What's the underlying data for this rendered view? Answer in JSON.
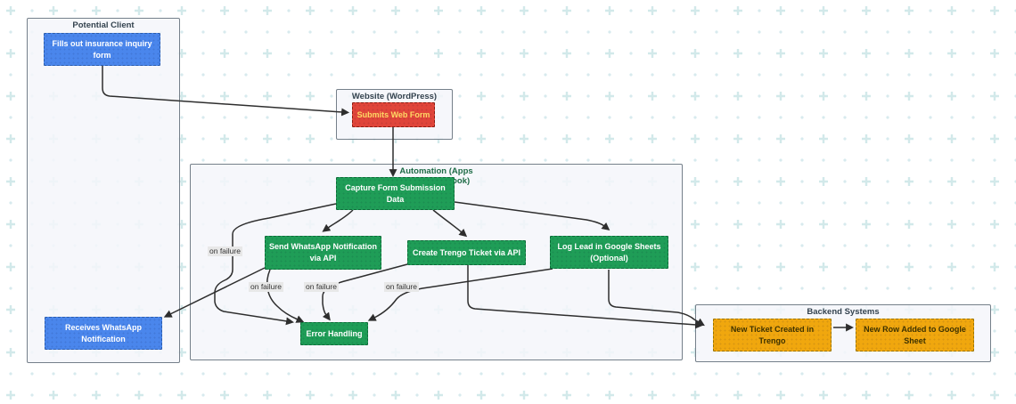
{
  "diagram": {
    "type": "flowchart",
    "groups": {
      "potential_client": {
        "title": "Potential Client"
      },
      "website": {
        "title": "Website (WordPress)"
      },
      "automation": {
        "title": "Automation (Apps\nScript/Webhook)"
      },
      "backend": {
        "title": "Backend Systems"
      }
    },
    "nodes": {
      "fills_form": {
        "label": "Fills out insurance inquiry\nform",
        "color": "#4a86ec"
      },
      "receives_whatsapp": {
        "label": "Receives WhatsApp\nNotification",
        "color": "#4a86ec"
      },
      "submits_form": {
        "label": "Submits Web Form",
        "color": "#e0453a"
      },
      "capture": {
        "label": "Capture Form Submission\nData",
        "color": "#1f9d57"
      },
      "send_whatsapp": {
        "label": "Send WhatsApp Notification\nvia API",
        "color": "#1f9d57"
      },
      "create_trengo": {
        "label": "Create Trengo Ticket via API",
        "color": "#1f9d57"
      },
      "log_lead": {
        "label": "Log Lead in Google Sheets\n(Optional)",
        "color": "#1f9d57"
      },
      "error_handling": {
        "label": "Error Handling",
        "color": "#1f9d57"
      },
      "new_ticket": {
        "label": "New Ticket Created in\nTrengo",
        "color": "#f0a70e"
      },
      "new_row": {
        "label": "New Row Added to Google\nSheet",
        "color": "#f0a70e"
      }
    },
    "edge_labels": {
      "on_failure": "on failure"
    },
    "edges": [
      {
        "from": "Fills out insurance inquiry form",
        "to": "Submits Web Form",
        "label": ""
      },
      {
        "from": "Submits Web Form",
        "to": "Capture Form Submission Data",
        "label": ""
      },
      {
        "from": "Capture Form Submission Data",
        "to": "Send WhatsApp Notification via API",
        "label": ""
      },
      {
        "from": "Capture Form Submission Data",
        "to": "Create Trengo Ticket via API",
        "label": ""
      },
      {
        "from": "Capture Form Submission Data",
        "to": "Log Lead in Google Sheets (Optional)",
        "label": ""
      },
      {
        "from": "Capture Form Submission Data",
        "to": "Error Handling",
        "label": "on failure"
      },
      {
        "from": "Send WhatsApp Notification via API",
        "to": "Error Handling",
        "label": "on failure"
      },
      {
        "from": "Create Trengo Ticket via API",
        "to": "Error Handling",
        "label": "on failure"
      },
      {
        "from": "Log Lead in Google Sheets (Optional)",
        "to": "Error Handling",
        "label": "on failure"
      },
      {
        "from": "Send WhatsApp Notification via API",
        "to": "Receives WhatsApp Notification",
        "label": ""
      },
      {
        "from": "Create Trengo Ticket via API",
        "to": "New Ticket Created in Trengo",
        "label": ""
      },
      {
        "from": "Log Lead in Google Sheets (Optional)",
        "to": "New Ticket Created in Trengo",
        "label": ""
      },
      {
        "from": "New Ticket Created in Trengo",
        "to": "New Row Added to Google Sheet",
        "label": ""
      }
    ],
    "colors": {
      "client_blue": "#4a86ec",
      "website_red": "#e0453a",
      "automation_green": "#1f9d57",
      "backend_orange": "#f0a70e",
      "edge_stroke": "#2e2e2e",
      "canvas_pattern": "#d2e9ea"
    }
  }
}
